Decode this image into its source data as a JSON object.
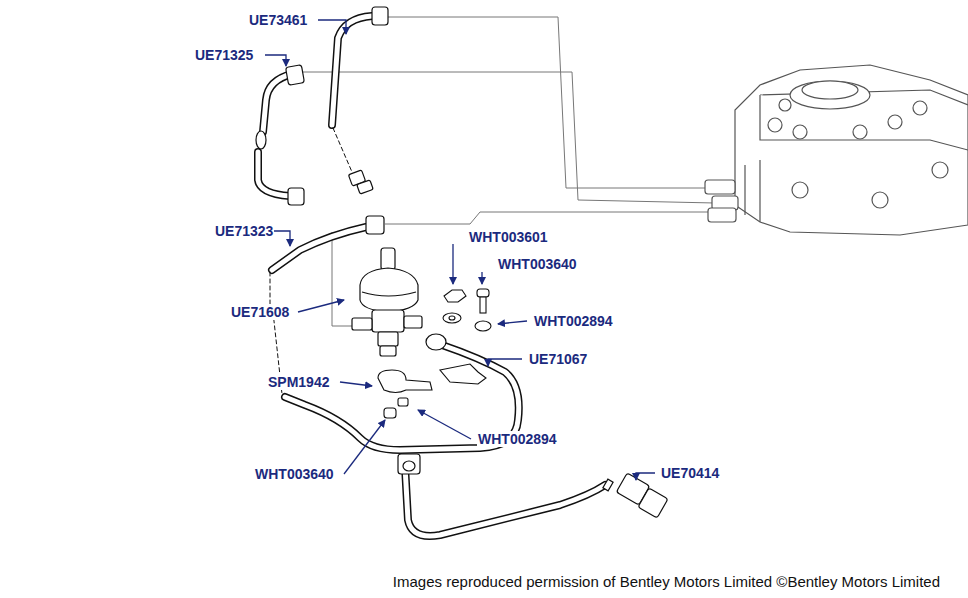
{
  "diagram": {
    "caption": "Images reproduced permission of Bentley Motors Limited ©Bentley Motors Limited",
    "labels": [
      "UE73461",
      "UE71325",
      "UE71323",
      "UE71608",
      "WHT003601",
      "WHT003640",
      "WHT002894",
      "UE71067",
      "SPM1942",
      "WHT002894",
      "WHT003640",
      "UE70414"
    ]
  }
}
